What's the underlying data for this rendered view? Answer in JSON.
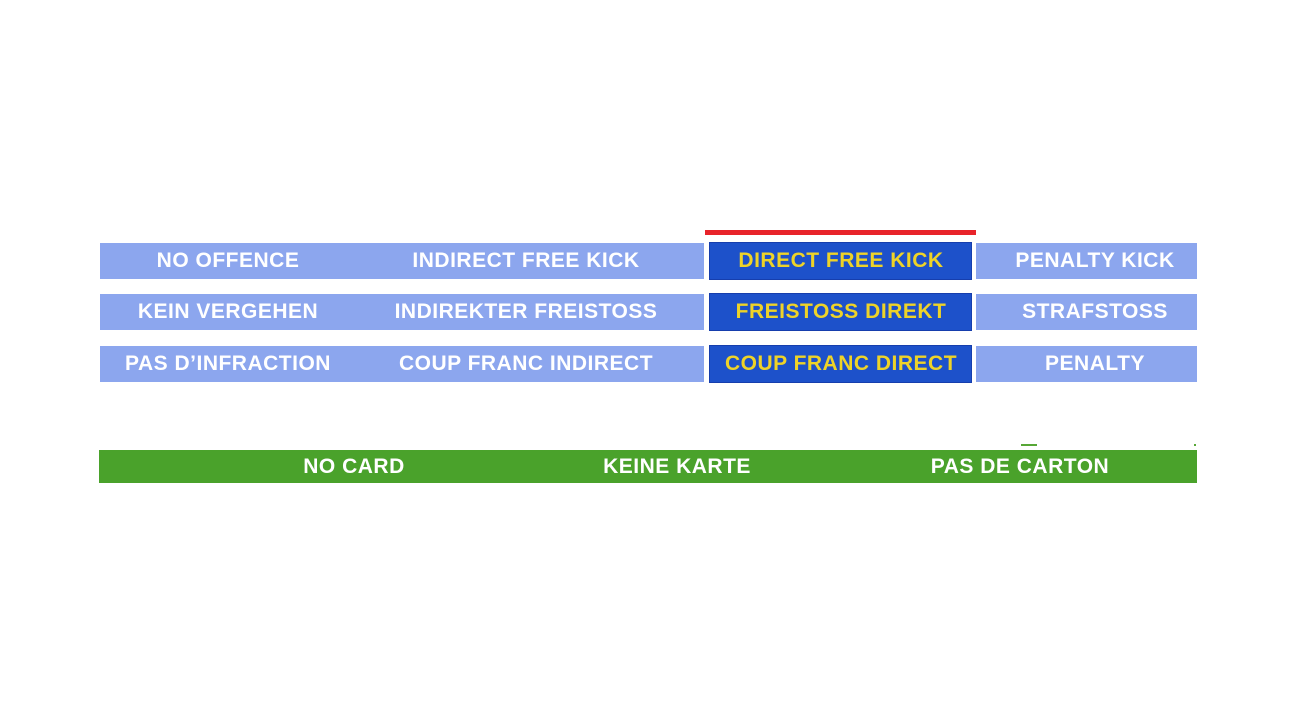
{
  "colors": {
    "white": "#FFFFFF",
    "light_blue": "#8CA6EE",
    "dark_blue": "#1D51CA",
    "red": "#E8232A",
    "green": "#4AA22B",
    "yellow": "#EED328"
  },
  "decision_grid": {
    "selected_column": 2,
    "selected_indicator": "red-bar",
    "rows": [
      {
        "language": "english",
        "cells": [
          {
            "label": "NO OFFENCE",
            "selected": false
          },
          {
            "label": "INDIRECT FREE KICK",
            "selected": false
          },
          {
            "label": "DIRECT FREE KICK",
            "selected": true
          },
          {
            "label": "PENALTY KICK",
            "selected": false
          }
        ]
      },
      {
        "language": "german",
        "cells": [
          {
            "label": "KEIN VERGEHEN",
            "selected": false
          },
          {
            "label": "INDIREKTER FREISTOSS",
            "selected": false
          },
          {
            "label": "FREISTOSS DIREKT",
            "selected": true
          },
          {
            "label": "STRAFSTOSS",
            "selected": false
          }
        ]
      },
      {
        "language": "french",
        "cells": [
          {
            "label": "PAS D’INFRACTION",
            "selected": false
          },
          {
            "label": "COUP FRANC INDIRECT",
            "selected": false
          },
          {
            "label": "COUP FRANC DIRECT",
            "selected": true
          },
          {
            "label": "PENALTY",
            "selected": false
          }
        ]
      }
    ]
  },
  "card_bar": {
    "items": [
      {
        "label": "NO CARD"
      },
      {
        "label": "KEINE KARTE"
      },
      {
        "label": "PAS DE CARTON"
      }
    ]
  }
}
